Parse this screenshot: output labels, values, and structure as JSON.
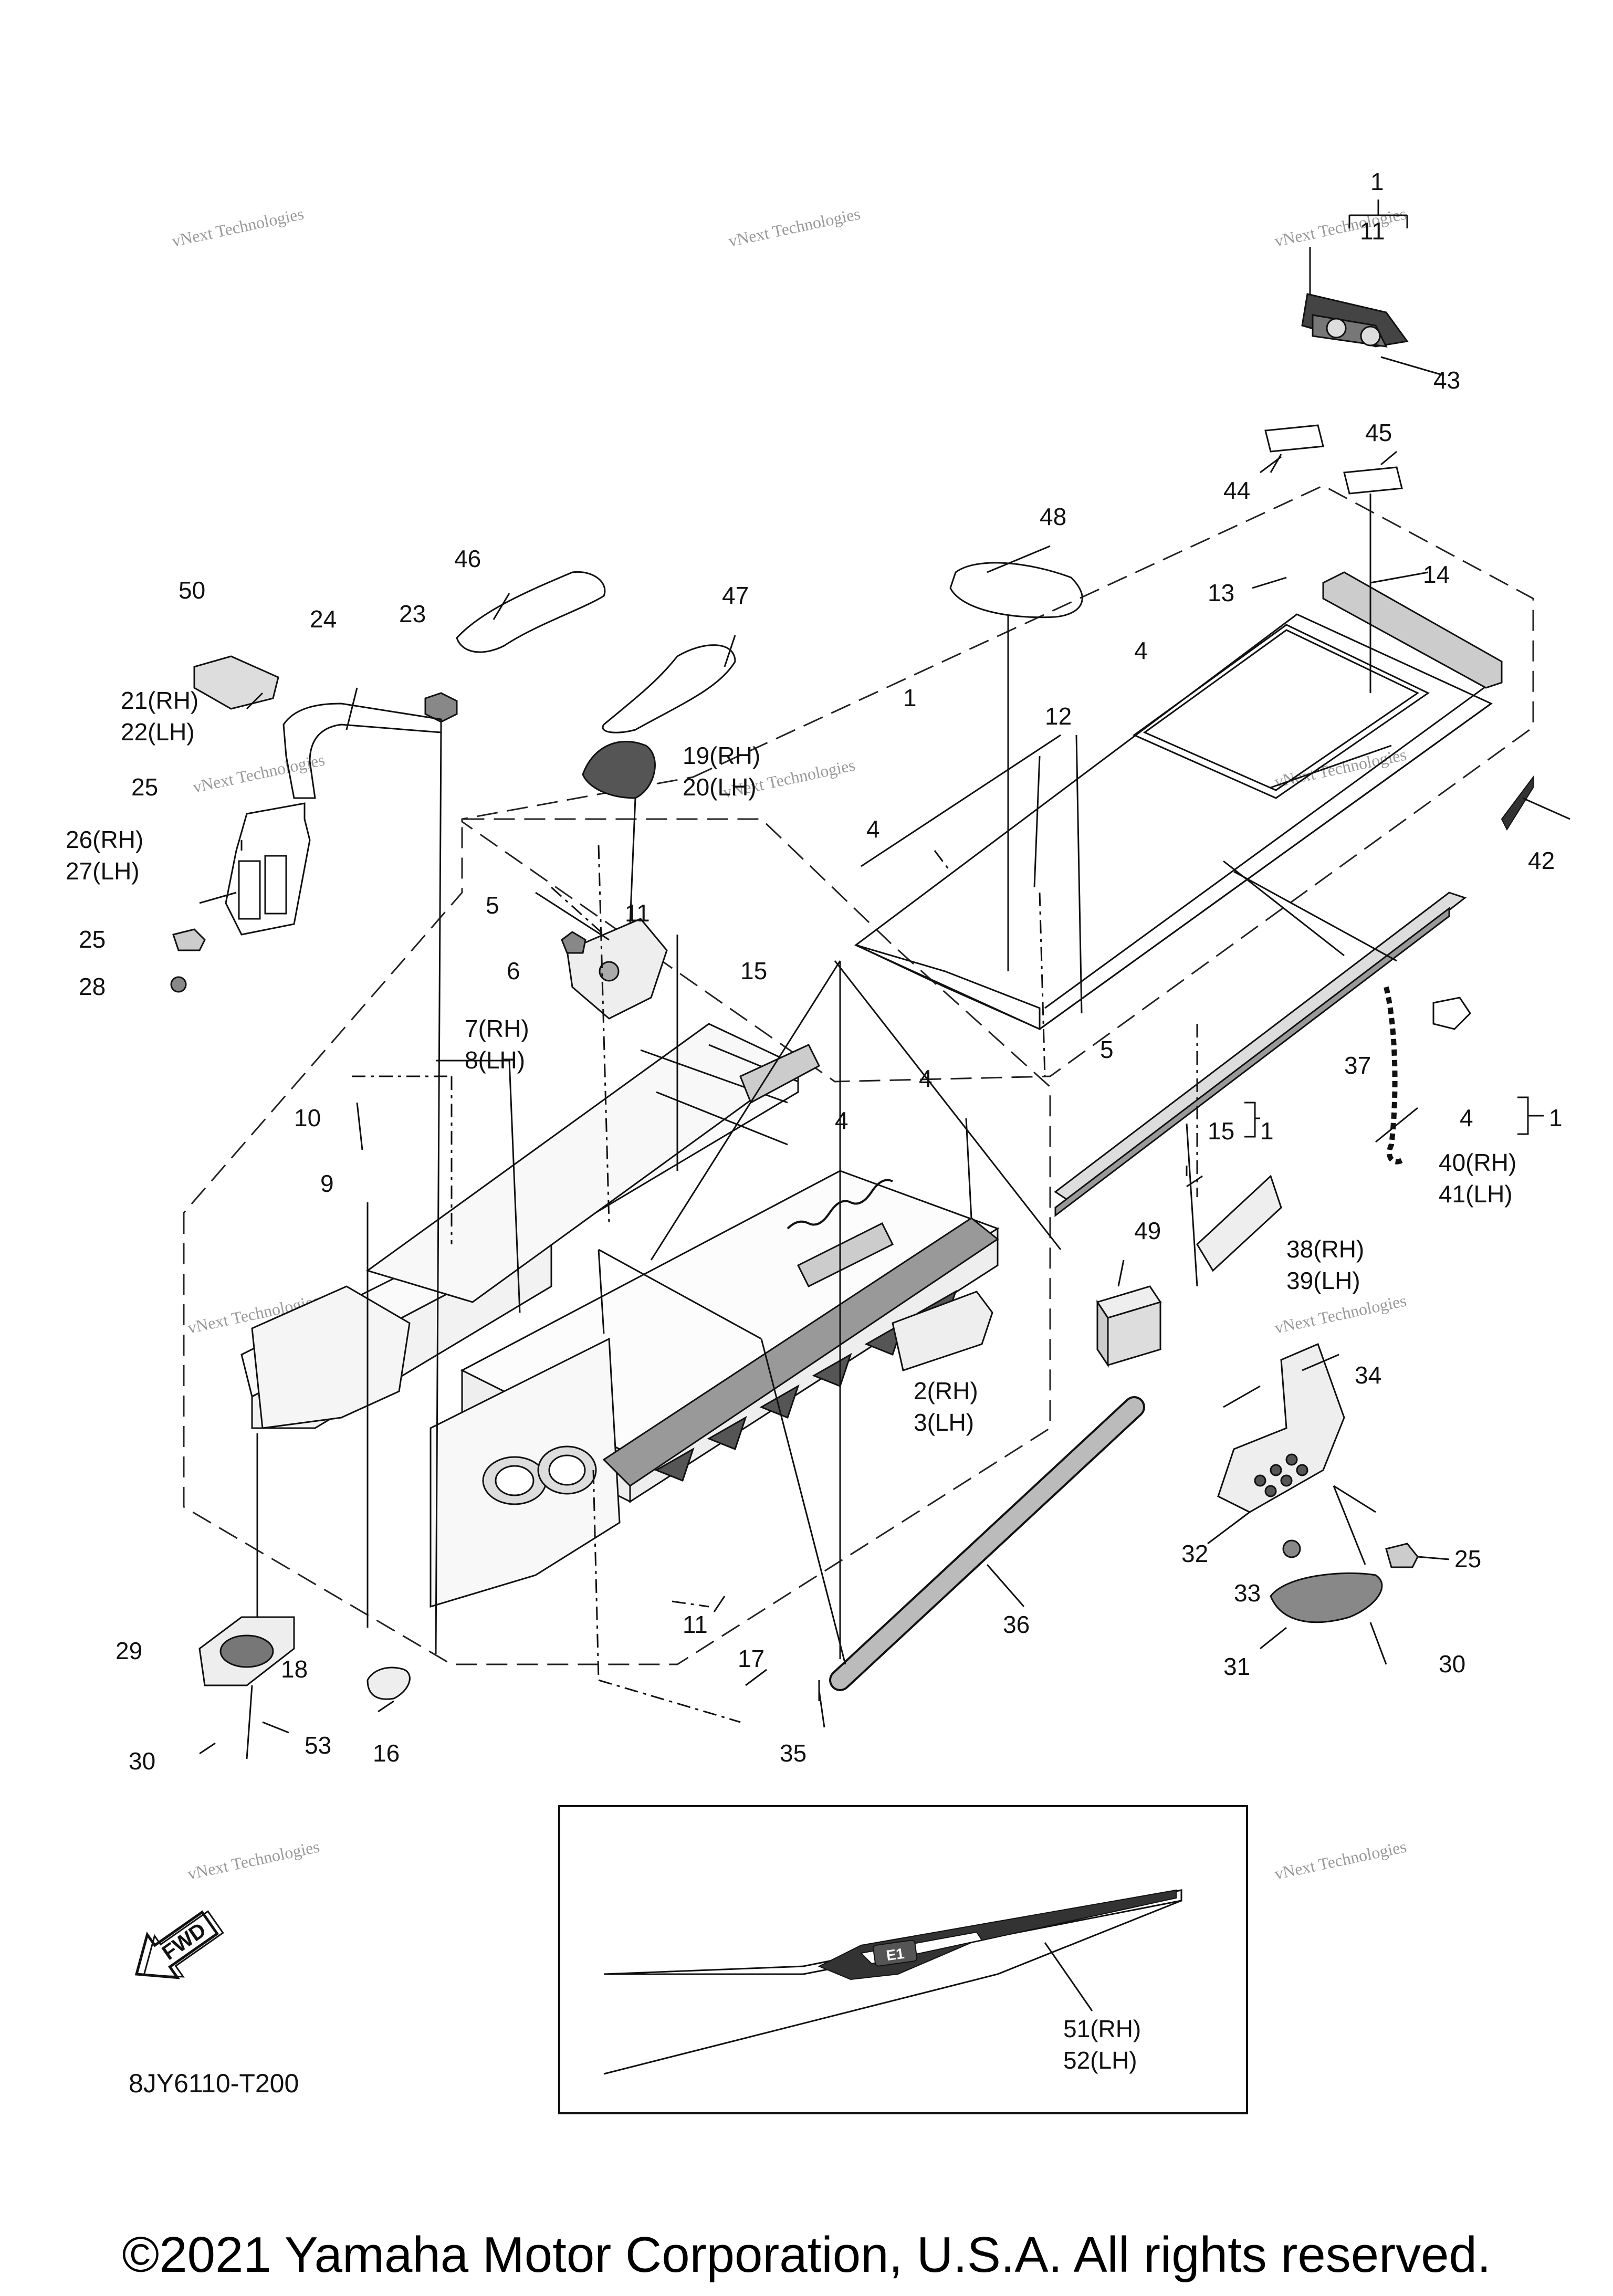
{
  "diagram": {
    "code": "8JY6110-T200",
    "fwd_label": "FWD",
    "decal_badge": "E1",
    "watermark_line1": "vNext Technologies",
    "watermark_line2": "vNext",
    "watermark_line3": "Technologies",
    "callouts": [
      {
        "id": "c1",
        "text": "1"
      },
      {
        "id": "c11a",
        "text": "11"
      },
      {
        "id": "c43",
        "text": "43"
      },
      {
        "id": "c44",
        "text": "44"
      },
      {
        "id": "c45",
        "text": "45"
      },
      {
        "id": "c48",
        "text": "48"
      },
      {
        "id": "c46",
        "text": "46"
      },
      {
        "id": "c47",
        "text": "47"
      },
      {
        "id": "c50",
        "text": "50"
      },
      {
        "id": "c24",
        "text": "24"
      },
      {
        "id": "c23",
        "text": "23"
      },
      {
        "id": "c13",
        "text": "13"
      },
      {
        "id": "c14",
        "text": "14"
      },
      {
        "id": "c4a",
        "text": "4"
      },
      {
        "id": "c12",
        "text": "12"
      },
      {
        "id": "c1b",
        "text": "1"
      },
      {
        "id": "c21",
        "text": "21(RH)"
      },
      {
        "id": "c22",
        "text": "22(LH)"
      },
      {
        "id": "c19",
        "text": "19(RH)"
      },
      {
        "id": "c20",
        "text": "20(LH)"
      },
      {
        "id": "c25a",
        "text": "25"
      },
      {
        "id": "c26",
        "text": "26(RH)"
      },
      {
        "id": "c27",
        "text": "27(LH)"
      },
      {
        "id": "c4b",
        "text": "4"
      },
      {
        "id": "c42",
        "text": "42"
      },
      {
        "id": "c5a",
        "text": "5"
      },
      {
        "id": "c25b",
        "text": "25"
      },
      {
        "id": "c11b",
        "text": "11"
      },
      {
        "id": "c6",
        "text": "6"
      },
      {
        "id": "c15a",
        "text": "15"
      },
      {
        "id": "c28",
        "text": "28"
      },
      {
        "id": "c7",
        "text": "7(RH)"
      },
      {
        "id": "c8",
        "text": "8(LH)"
      },
      {
        "id": "c5b",
        "text": "5"
      },
      {
        "id": "c37",
        "text": "37"
      },
      {
        "id": "c4c",
        "text": "4"
      },
      {
        "id": "c4d",
        "text": "4"
      },
      {
        "id": "c10",
        "text": "10"
      },
      {
        "id": "c4e",
        "text": "4"
      },
      {
        "id": "c1c",
        "text": "1"
      },
      {
        "id": "c15b",
        "text": "15"
      },
      {
        "id": "c1d",
        "text": "1"
      },
      {
        "id": "c40",
        "text": "40(RH)"
      },
      {
        "id": "c41",
        "text": "41(LH)"
      },
      {
        "id": "c9",
        "text": "9"
      },
      {
        "id": "c38",
        "text": "38(RH)"
      },
      {
        "id": "c39",
        "text": "39(LH)"
      },
      {
        "id": "c49",
        "text": "49"
      },
      {
        "id": "c34",
        "text": "34"
      },
      {
        "id": "c2",
        "text": "2(RH)"
      },
      {
        "id": "c3",
        "text": "3(LH)"
      },
      {
        "id": "c32",
        "text": "32"
      },
      {
        "id": "c25c",
        "text": "25"
      },
      {
        "id": "c33",
        "text": "33"
      },
      {
        "id": "c11c",
        "text": "11"
      },
      {
        "id": "c36",
        "text": "36"
      },
      {
        "id": "c31",
        "text": "31"
      },
      {
        "id": "c30a",
        "text": "30"
      },
      {
        "id": "c29",
        "text": "29"
      },
      {
        "id": "c18",
        "text": "18"
      },
      {
        "id": "c17",
        "text": "17"
      },
      {
        "id": "c30b",
        "text": "30"
      },
      {
        "id": "c53",
        "text": "53"
      },
      {
        "id": "c16",
        "text": "16"
      },
      {
        "id": "c35",
        "text": "35"
      },
      {
        "id": "c51",
        "text": "51(RH)"
      },
      {
        "id": "c52",
        "text": "52(LH)"
      }
    ]
  },
  "footer": {
    "copyright": "©2021 Yamaha Motor Corporation, U.S.A. All rights reserved."
  }
}
